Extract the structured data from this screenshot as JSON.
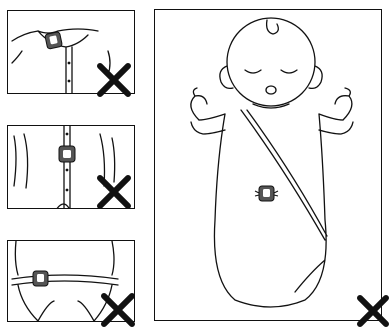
{
  "figure": {
    "panels": [
      {
        "placement": "shirt-collar",
        "status": "incorrect",
        "mark": "x-mark-icon"
      },
      {
        "placement": "shirt-front-buttons",
        "status": "incorrect",
        "mark": "x-mark-icon"
      },
      {
        "placement": "diaper-waistband",
        "status": "incorrect",
        "mark": "x-mark-icon"
      }
    ],
    "main": {
      "placement": "sleep-sack-chest",
      "status": "incorrect",
      "mark": "x-mark-icon"
    },
    "colors": {
      "line": "#111111",
      "mark": "#111111",
      "background": "#ffffff"
    }
  }
}
